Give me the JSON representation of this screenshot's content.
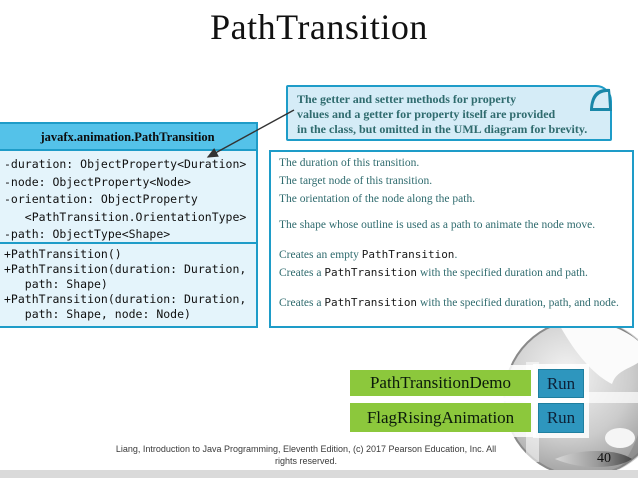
{
  "slide": {
    "title": "PathTransition",
    "footer_line1": "Liang, Introduction to Java Programming, Eleventh Edition, (c) 2017 Pearson Education, Inc. All",
    "footer_line2": "rights reserved.",
    "page_number": "40"
  },
  "callout": {
    "lines": [
      "The getter and setter methods for property",
      "values and a getter for property itself are provided",
      "in the class, but omitted in the UML diagram for brevity."
    ]
  },
  "uml": {
    "class_name": "javafx.animation.PathTransition",
    "fields": [
      "-duration: ObjectProperty<Duration>",
      "-node: ObjectProperty<Node>",
      "-orientation: ObjectProperty",
      "   <PathTransition.OrientationType>",
      "-path: ObjectType<Shape>"
    ],
    "methods": [
      "+PathTransition()",
      "+PathTransition(duration: Duration,",
      "   path: Shape)",
      "+PathTransition(duration: Duration,",
      "   path: Shape, node: Node)"
    ]
  },
  "descriptions": {
    "rows": [
      {
        "pre": "The duration of this transition.",
        "code": "",
        "post": ""
      },
      {
        "pre": "The target node of this transition.",
        "code": "",
        "post": ""
      },
      {
        "pre": "The orientation of the node along the path.",
        "code": "",
        "post": ""
      },
      {
        "pre": "The shape whose outline is used as a path to animate the node move.",
        "code": "",
        "post": ""
      },
      {
        "pre": "Creates an empty ",
        "code": "PathTransition",
        "post": "."
      },
      {
        "pre": "Creates a ",
        "code": "PathTransition",
        "post": " with the specified duration and path."
      },
      {
        "pre": "Creates a ",
        "code": "PathTransition",
        "post": " with the specified duration, path, and node."
      }
    ]
  },
  "demos": [
    {
      "label": "PathTransitionDemo",
      "run_label": "Run"
    },
    {
      "label": "FlagRisingAnimation",
      "run_label": "Run"
    }
  ],
  "colors": {
    "accent_teal_border": "#1E9CC8",
    "uml_header_blue": "#54C2E9",
    "uml_body_blue": "#E4F4FB",
    "callout_bg": "#D5ECF7",
    "desc_text_teal": "#2F6B6E",
    "demo_green": "#8CC83C",
    "run_teal": "#2E96BE",
    "title_color": "#111111",
    "footer_gray": "#3A3A3A"
  }
}
